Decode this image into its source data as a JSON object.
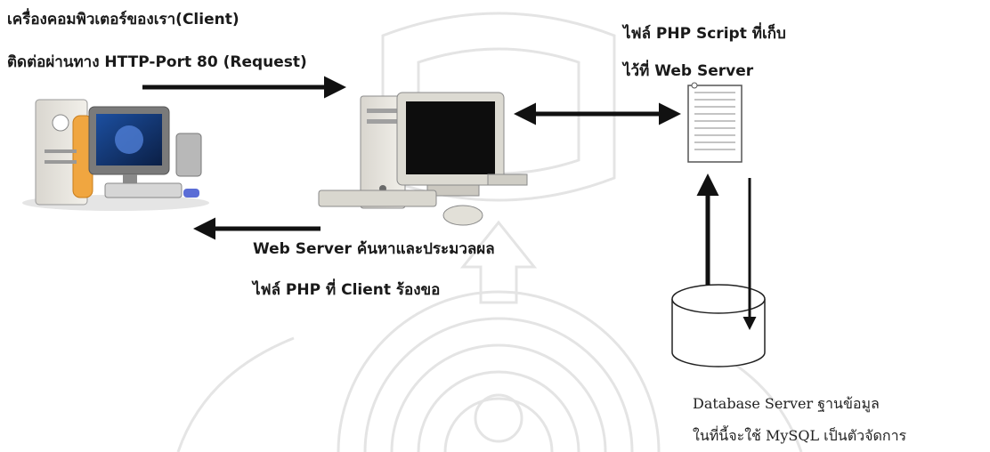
{
  "labels": {
    "client_line1": "เครื่องคอมพิวเตอร์ของเรา(Client)",
    "client_line2": "ติดต่อผ่านทาง HTTP-Port 80 (Request)",
    "php_line1": "ไฟล์ PHP Script ที่เก็บ",
    "php_line2": "ไว้ที่ Web Server",
    "server_line1": "Web Server ค้นหาและประมวลผล",
    "server_line2": "ไฟล์ PHP ที่ Client ร้องขอ",
    "db_line1": "Database Server ฐานข้อมูล",
    "db_line2": "ในที่นี้จะใช้ MySQL เป็นตัวจัดการ"
  },
  "colors": {
    "arrow": "#111111",
    "monitor_screen": "#1f2a44",
    "case_orange": "#f0a640",
    "watermark": "#c8c8c8"
  },
  "icons": {
    "client": "client-computer-icon",
    "server": "server-computer-icon",
    "file": "document-file-icon",
    "database": "database-cylinder-icon"
  }
}
